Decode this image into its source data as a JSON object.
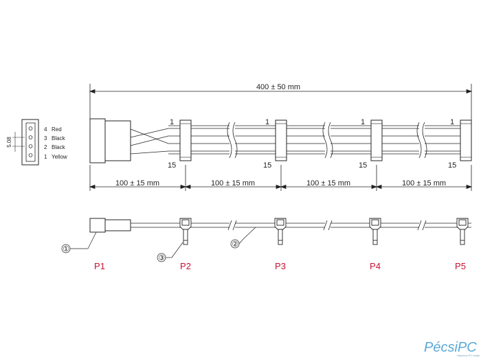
{
  "dimensions": {
    "overall": "400 ± 50 mm",
    "segments": [
      "100 ± 15 mm",
      "100 ± 15 mm",
      "100 ± 15 mm",
      "100 ± 15 mm"
    ],
    "pitch": "5.08"
  },
  "pinout": [
    {
      "num": "4",
      "label": "Red"
    },
    {
      "num": "3",
      "label": "Black"
    },
    {
      "num": "2",
      "label": "Black"
    },
    {
      "num": "1",
      "label": "Yellow"
    }
  ],
  "connector_pins": {
    "top": "1",
    "bottom": "15"
  },
  "connectors": [
    "P1",
    "P2",
    "P3",
    "P4",
    "P5"
  ],
  "callouts": [
    "①",
    "②",
    "③"
  ],
  "brand": {
    "name": "PécsiPC",
    "sub": "Hasznos PC tudás"
  },
  "colors": {
    "line": "#222222",
    "connector_label": "#c8102e",
    "brand": "#5aa9d6"
  }
}
